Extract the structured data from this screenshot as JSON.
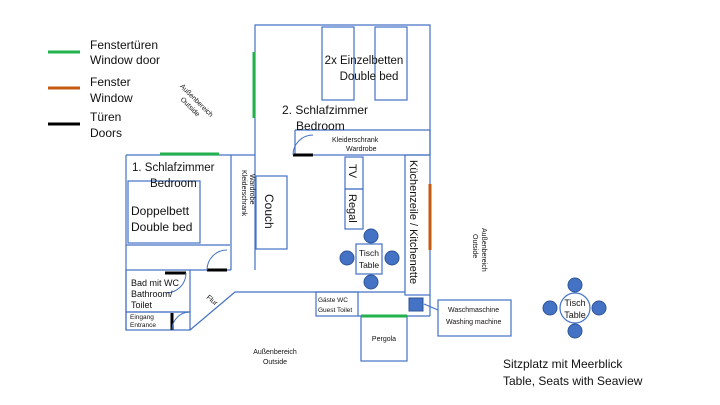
{
  "legend": {
    "window_door": {
      "label_de": "Fenstertüren",
      "label_en": "Window door",
      "color": "#22b14c"
    },
    "window": {
      "label_de": "Fenster",
      "label_en": "Window",
      "color": "#c55a11"
    },
    "door": {
      "label_de": "Türen",
      "label_en": "Doors",
      "color": "#000000"
    }
  },
  "colors": {
    "wall": "#4472c4",
    "seat": "#4472c4"
  },
  "labels": {
    "outside_1": {
      "de": "Außenbereich",
      "en": "Outside"
    },
    "beds": {
      "de": "2x Einzelbetten",
      "en": "Double bed"
    },
    "bedroom2": {
      "de": "2. Schlafzimmer",
      "en": "Bedroom"
    },
    "wardrobe_top": {
      "de": "Kleiderschrank",
      "en": "Wardrobe"
    },
    "bedroom1": {
      "de": "1.   Schlafzimmer",
      "en": "Bedroom"
    },
    "double_bed": {
      "de": "Doppelbett",
      "en": "Double bed"
    },
    "wardrobe_side": {
      "de": "Kleiderschrank",
      "en": "Wardrobe"
    },
    "couch": "Couch",
    "tv": "TV",
    "shelf": "Regal",
    "kitchen": "Küchenzeile / Kitchenette",
    "table_inner": {
      "de": "Tisch",
      "en": "Table"
    },
    "outside_right": {
      "de": "Außenbereich",
      "en": "Outside"
    },
    "bath": {
      "l1": "Bad mit WC",
      "l2": "Bathroom/",
      "l3": "Toilet"
    },
    "entrance": {
      "de": "Eingang",
      "en": "Entrance"
    },
    "hall": "Flur",
    "guest_wc": {
      "de": "Gäste WC",
      "en": "Guest Toilet"
    },
    "washer": {
      "de": "Waschmaschine",
      "en": "Washing machine"
    },
    "pergola": "Pergola",
    "outside_bottom": {
      "de": "Außenbereich",
      "en": "Outside"
    },
    "table_outer": {
      "de": "Tisch",
      "en": "Table"
    },
    "seaview": {
      "de": "Sitzplatz mit Meerblick",
      "en": "Table, Seats with Seaview"
    }
  }
}
